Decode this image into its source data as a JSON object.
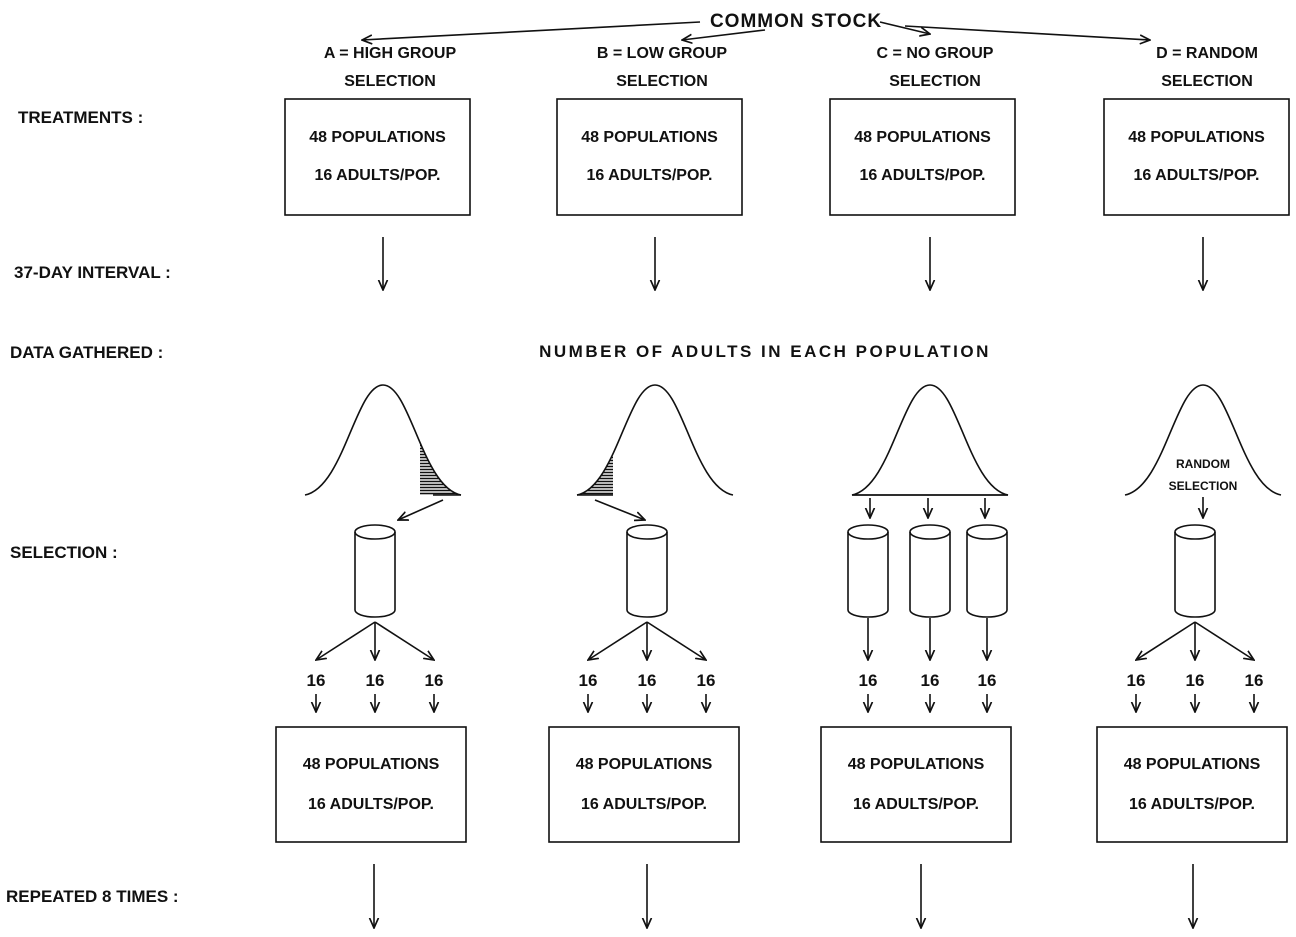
{
  "header": {
    "source_label": "COMMON STOCK"
  },
  "row_labels": {
    "treatments": "TREATMENTS :",
    "interval": "37-DAY INTERVAL :",
    "data_gathered": "DATA GATHERED :",
    "selection": "SELECTION :",
    "repeated": "REPEATED 8 TIMES :"
  },
  "data_gathered_text": "NUMBER OF ADULTS IN EACH POPULATION",
  "treatments": [
    {
      "title_line1": "A = HIGH GROUP",
      "title_line2": "SELECTION",
      "box_line1": "48 POPULATIONS",
      "box_line2": "16 ADULTS/POP.",
      "selection_type": "high-tail",
      "branch_counts": [
        "16",
        "16",
        "16"
      ],
      "result_line1": "48 POPULATIONS",
      "result_line2": "16 ADULTS/POP."
    },
    {
      "title_line1": "B = LOW GROUP",
      "title_line2": "SELECTION",
      "box_line1": "48 POPULATIONS",
      "box_line2": "16 ADULTS/POP.",
      "selection_type": "low-tail",
      "branch_counts": [
        "16",
        "16",
        "16"
      ],
      "result_line1": "48 POPULATIONS",
      "result_line2": "16 ADULTS/POP."
    },
    {
      "title_line1": "C = NO GROUP",
      "title_line2": "SELECTION",
      "box_line1": "48 POPULATIONS",
      "box_line2": "16 ADULTS/POP.",
      "selection_type": "whole",
      "branch_counts": [
        "16",
        "16",
        "16"
      ],
      "result_line1": "48 POPULATIONS",
      "result_line2": "16 ADULTS/POP."
    },
    {
      "title_line1": "D = RANDOM",
      "title_line2": "SELECTION",
      "box_line1": "48 POPULATIONS",
      "box_line2": "16 ADULTS/POP.",
      "selection_type": "random",
      "curve_label_line1": "RANDOM",
      "curve_label_line2": "SELECTION",
      "branch_counts": [
        "16",
        "16",
        "16"
      ],
      "result_line1": "48 POPULATIONS",
      "result_line2": "16 ADULTS/POP."
    }
  ]
}
